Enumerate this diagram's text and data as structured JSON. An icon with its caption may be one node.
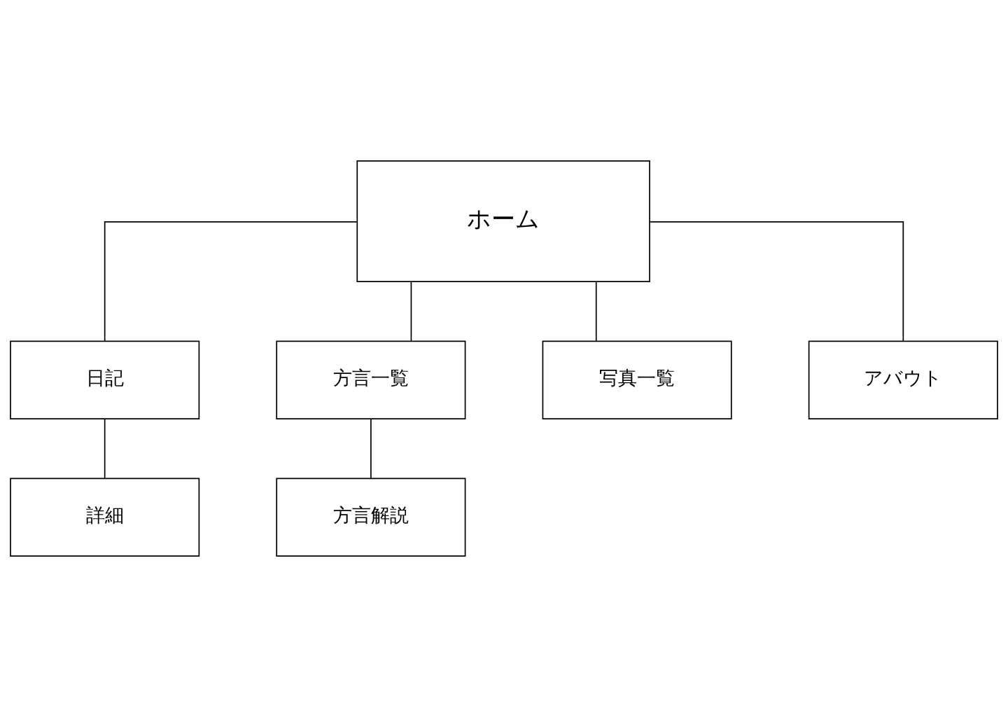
{
  "diagram": {
    "nodes": [
      {
        "text": [
          "ホーム"
        ]
      },
      {
        "text": [
          "日記"
        ]
      },
      {
        "text": [
          "方言一覧"
        ]
      },
      {
        "text": [
          "写真一覧"
        ]
      },
      {
        "text": [
          "アバウト"
        ]
      },
      {
        "text": [
          "詳細"
        ]
      },
      {
        "text": [
          "方言解説"
        ]
      }
    ],
    "edges": [
      {
        "from": 0,
        "to": 1,
        "arrow": "none"
      },
      {
        "from": 0,
        "to": 2,
        "arrow": "none"
      },
      {
        "from": 0,
        "to": 3,
        "arrow": "none"
      },
      {
        "from": 0,
        "to": 4,
        "arrow": "none"
      },
      {
        "from": 1,
        "to": 5,
        "arrow": "none"
      },
      {
        "from": 2,
        "to": 6,
        "arrow": "none"
      }
    ]
  }
}
